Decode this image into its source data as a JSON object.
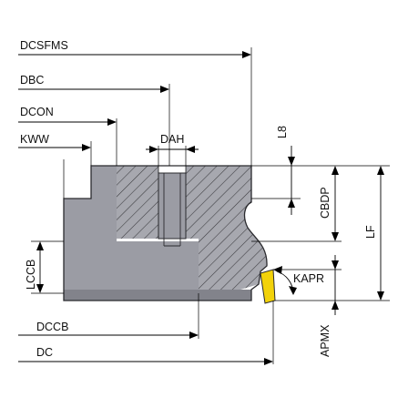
{
  "colors": {
    "body": "#9b9ca4",
    "body_dark": "#82838b",
    "hatch_bg": "#a7a8af",
    "hatch_line": "#3a3a3e",
    "outline": "#2a2a2e",
    "insert": "#f2d20a"
  },
  "labels": {
    "dcsfms": "DCSFMS",
    "dbc": "DBC",
    "dcon": "DCON",
    "kww": "KWW",
    "dah": "DAH",
    "l8": "L8",
    "cbdp": "CBDP",
    "lf": "LF",
    "lccb": "LCCB",
    "kapr": "KAPR",
    "dccb": "DCCB",
    "dc": "DC",
    "apmx": "APMX"
  }
}
